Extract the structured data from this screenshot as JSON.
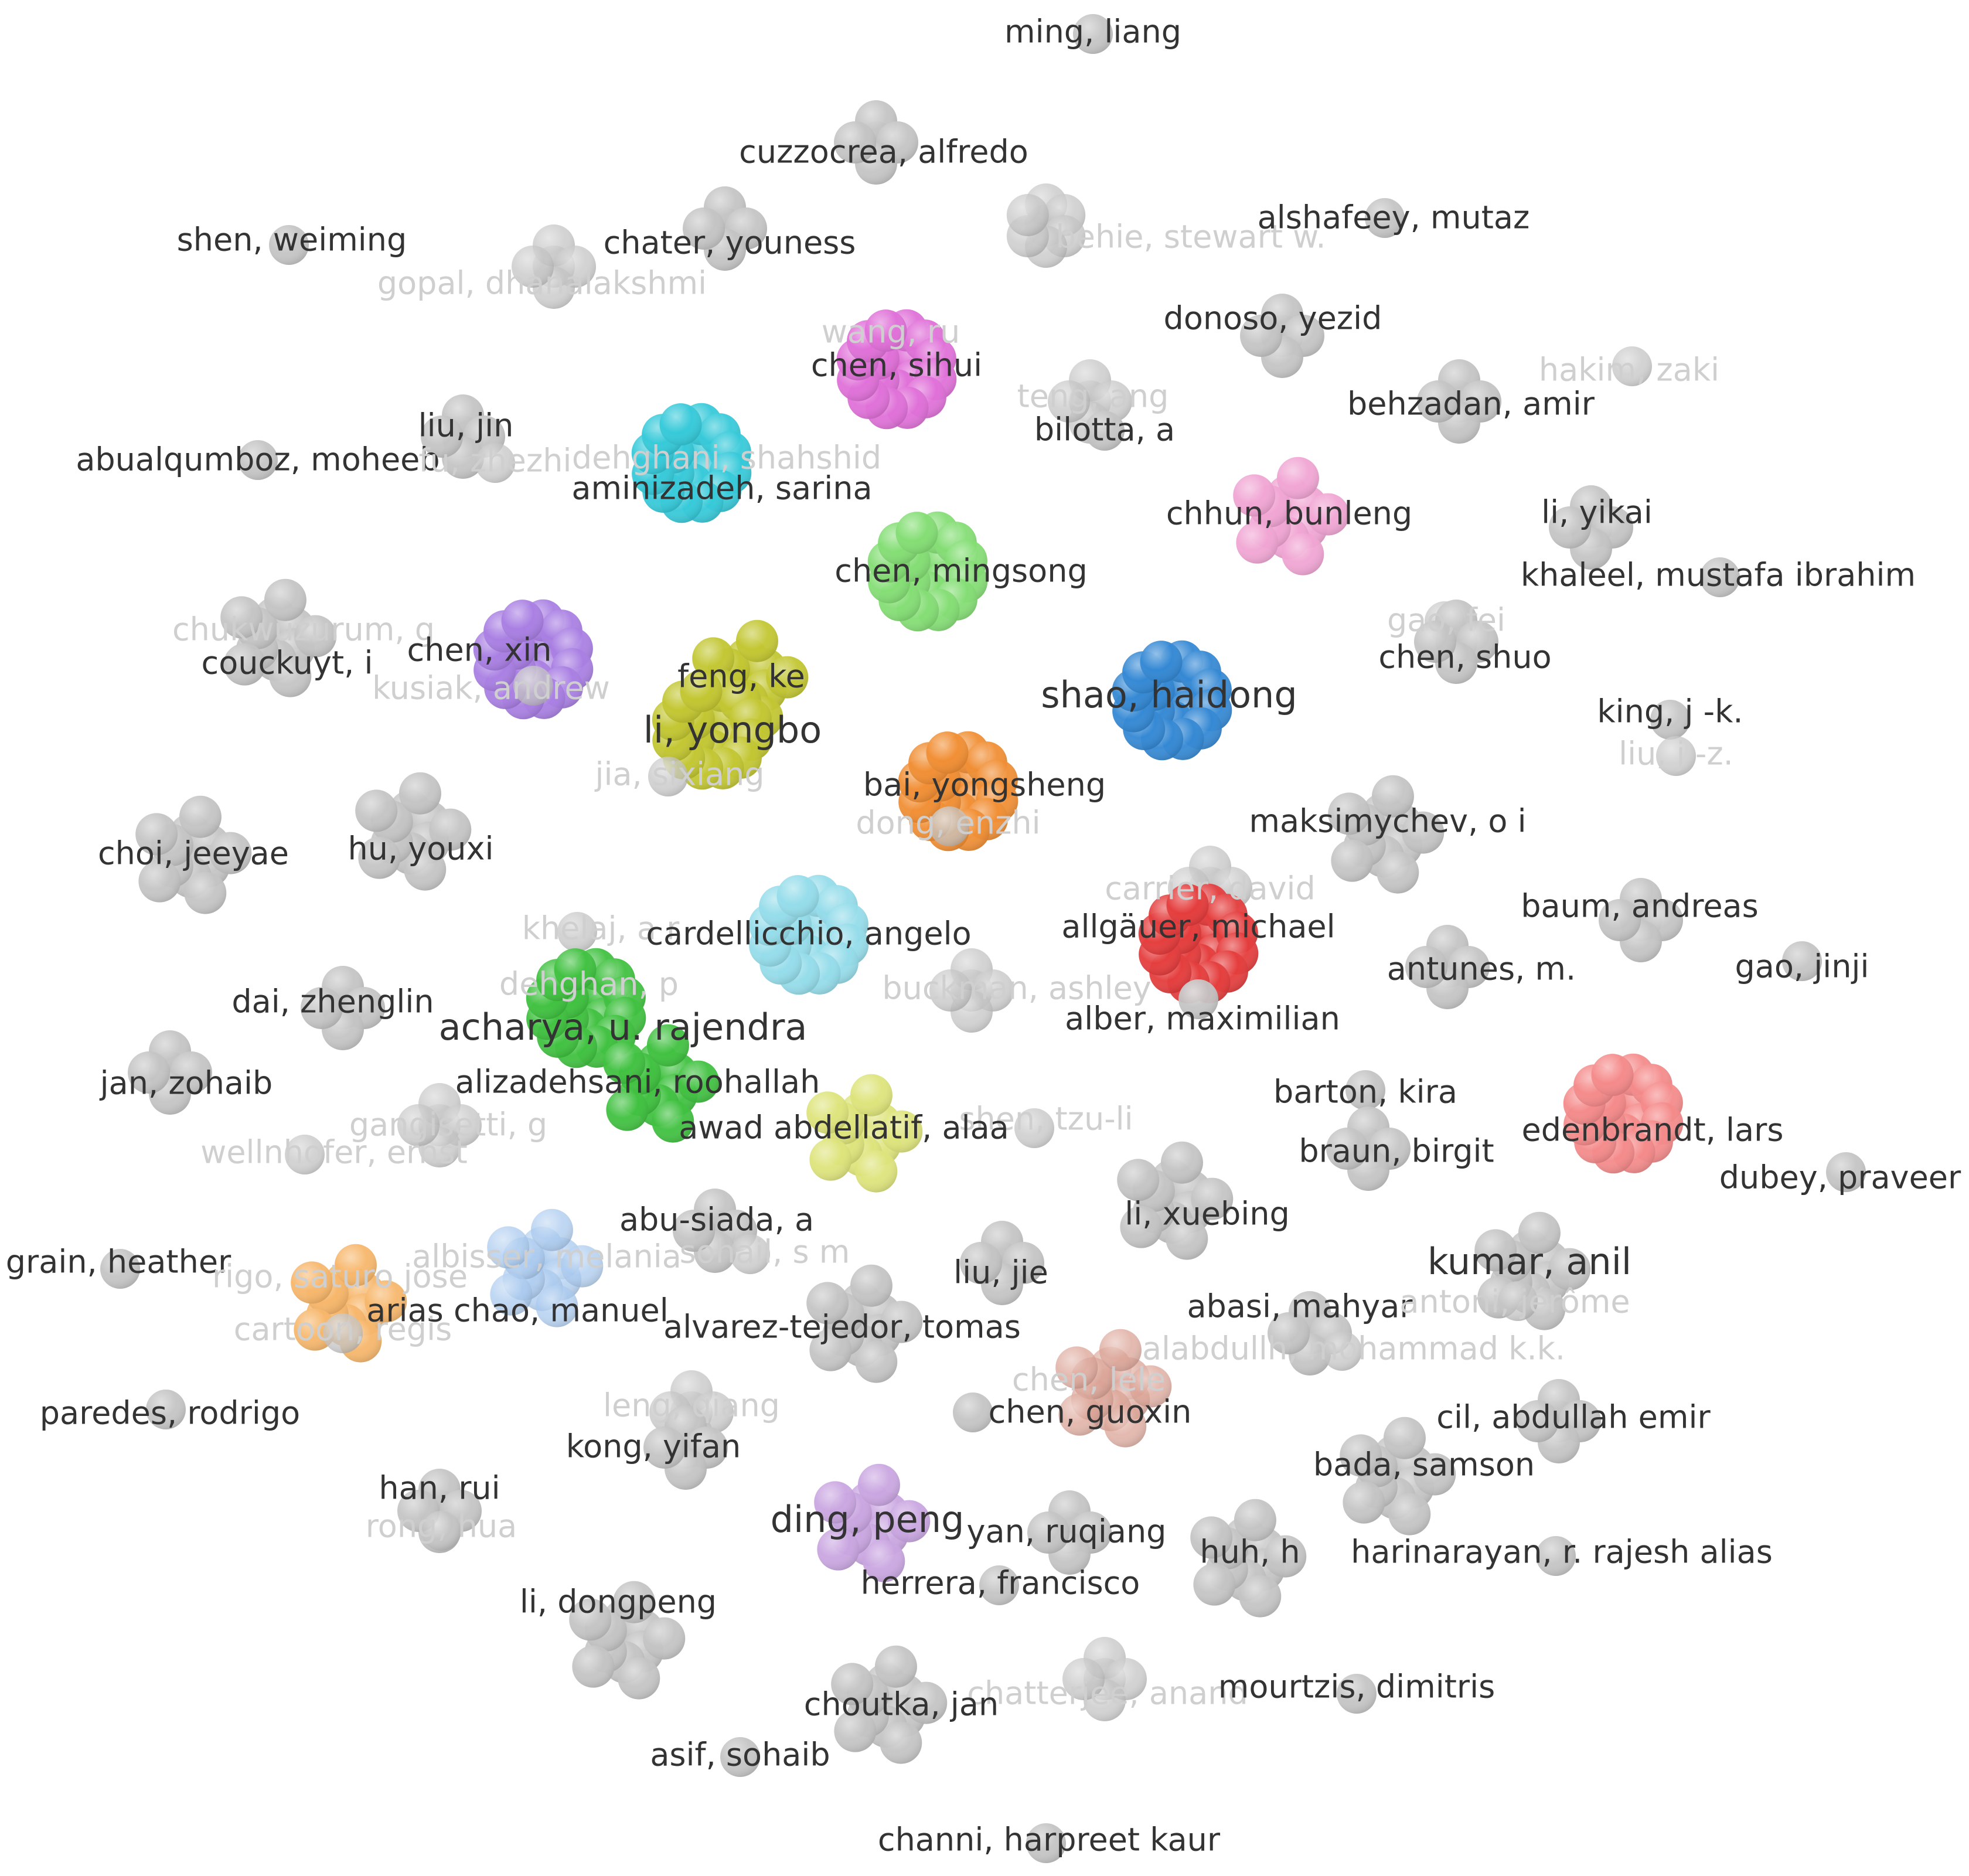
{
  "palette": {
    "gray": "#c4c4c4",
    "cyan": "#36c9d9",
    "magenta": "#df70d8",
    "light_green": "#84dd74",
    "pink": "#f0a4d3",
    "purple": "#a97ee3",
    "olive": "#c2c630",
    "blue": "#3488d4",
    "orange": "#f08e34",
    "red": "#e53c3c",
    "green": "#3fc13f",
    "light_cyan": "#95dcea",
    "yellow_green": "#dde47a",
    "brown": "#a4635a",
    "salmon": "#f48a8a",
    "light_blue": "#aac9ef",
    "light_orange": "#f7b66a",
    "rose": "#dba395",
    "lavender": "#c9a5e0",
    "dark_label": "#333333",
    "faded_label": "#cfcfcf"
  },
  "authors": [
    "ming, liang",
    "cuzzocrea, alfredo",
    "shen, weiming",
    "chater, youness",
    "gopal, dhanalakshmi",
    "behie, stewart w.",
    "alshafeey, mutaz",
    "donoso, yezid",
    "wang, ru",
    "chen, sihui",
    "hakim, zaki",
    "behzadan, amir",
    "teng, ang",
    "bilotta, a",
    "liu, jin",
    "abualqumboz, moheeb",
    "fu, zhezhi",
    "dehghani, shahshid",
    "aminizadeh, sarina",
    "chhun, bunleng",
    "li, yikai",
    "chen, mingsong",
    "khaleel, mustafa ibrahim",
    "chukwuzurum, g",
    "couckuyt, i",
    "chen, xin",
    "kusiak, andrew",
    "gao, fei",
    "chen, shuo",
    "feng, ke",
    "shao, haidong",
    "li, yongbo",
    "king, j -k.",
    "liu, j -z.",
    "jia, sixiang",
    "bai, yongsheng",
    "dong, enzhi",
    "maksimychev, o i",
    "choi, jeeyae",
    "hu, youxi",
    "carrier, david",
    "allgäuer, michael",
    "baum, andreas",
    "khelaj, a r",
    "cardellicchio, angelo",
    "antunes, m.",
    "gao, jinji",
    "dehghan, p",
    "buckman, ashley",
    "dai, zhenglin",
    "acharya, u. rajendra",
    "alber, maximilian",
    "jan, zohaib",
    "alizadehsani, roohallah",
    "barton, kira",
    "gangisetti, g",
    "shen, tzu-li",
    "awad abdellatif, alaa",
    "edenbrandt, lars",
    "wellnhofer, ernst",
    "braun, birgit",
    "dubey, praveer",
    "abu-siada, a",
    "li, xuebing",
    "albisser, melania",
    "sohail, s m",
    "grain, heather",
    "kumar, anil",
    "rigo, saturo jose",
    "liu, jie",
    "abasi, mahyar",
    "antoni, jérôme",
    "arias chao, manuel",
    "alvarez-tejedor, tomas",
    "cartoon, regis",
    "alabdullh, mohammad k.k.",
    "chen, lele",
    "paredes, rodrigo",
    "leng, qiang",
    "chen, guoxin",
    "cil, abdullah emir",
    "kong, yifan",
    "bada, samson",
    "han, rui",
    "rong, hua",
    "ding, peng",
    "yan, ruqiang",
    "huh, h",
    "harinarayan, r. rajesh alias",
    "herrera, francisco",
    "li, dongpeng",
    "chatterjee, anand",
    "mourtzis, dimitris",
    "choutka, jan",
    "asif, sohaib",
    "channi, harpreet kaur"
  ]
}
